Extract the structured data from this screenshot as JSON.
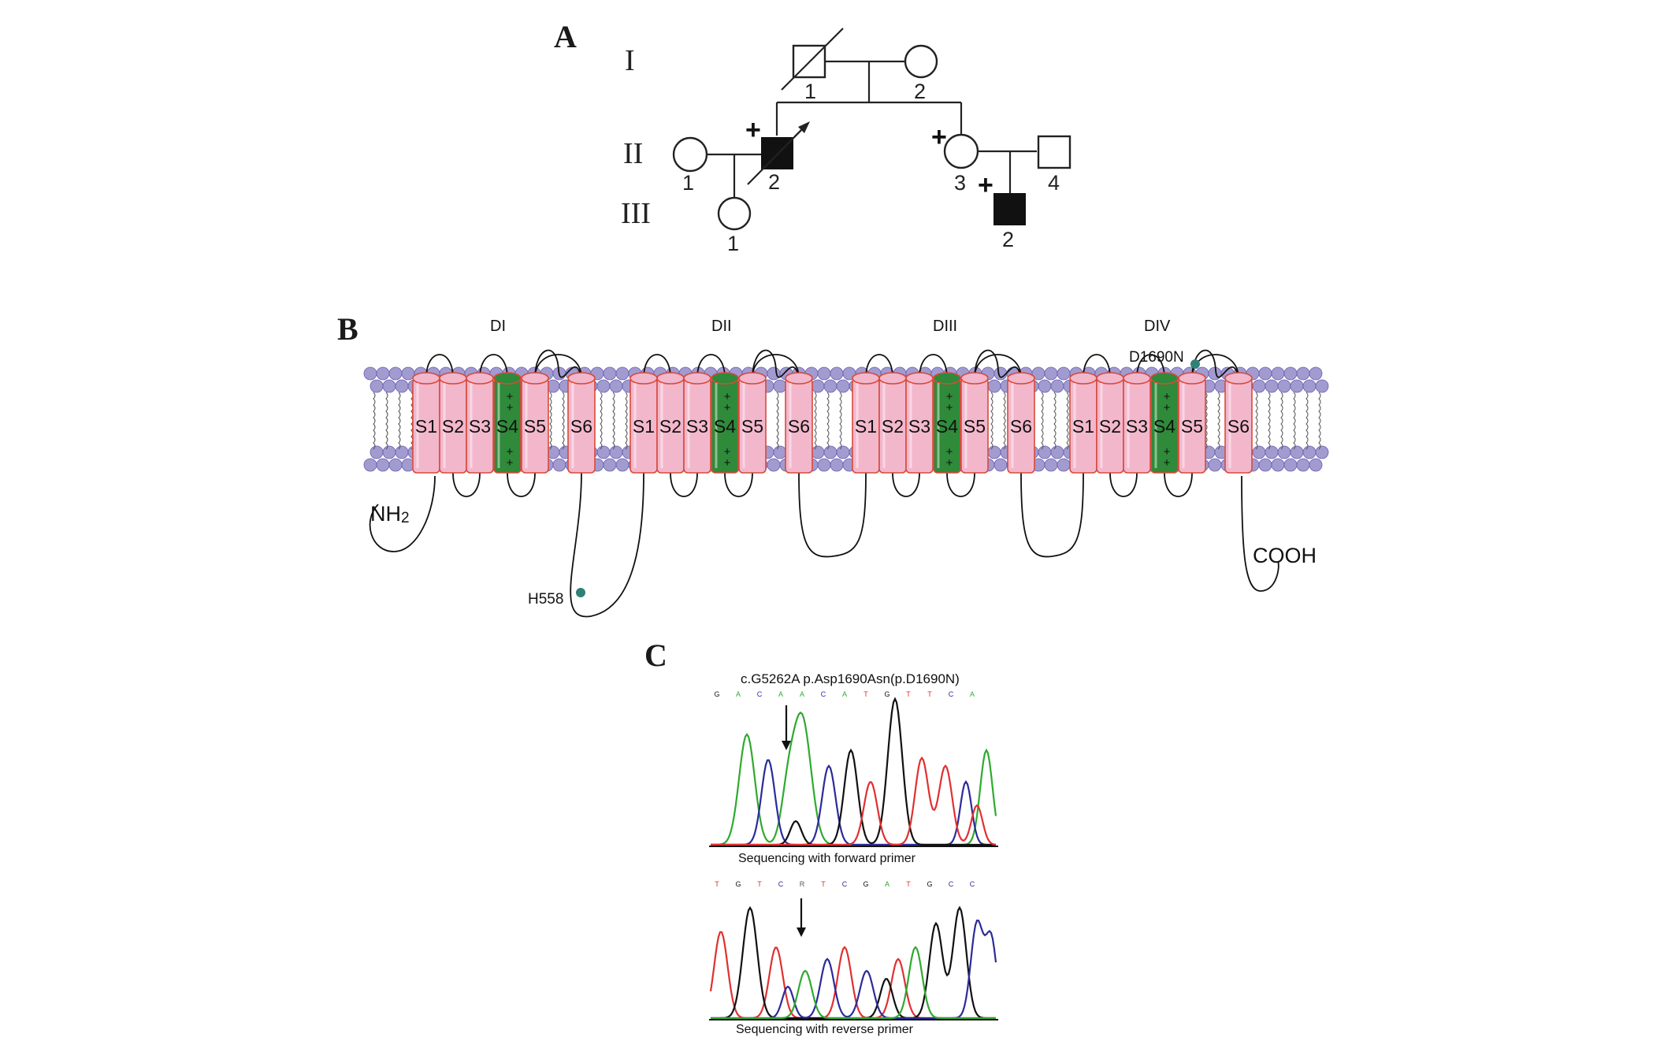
{
  "panel_a": {
    "label": "A",
    "generations": [
      "I",
      "II",
      "III"
    ],
    "individuals": {
      "I1": "1",
      "I2": "2",
      "II1": "1",
      "II2": "2",
      "II3": "3",
      "II4": "4",
      "III1": "1",
      "III2": "2"
    },
    "carrier_mark": "+"
  },
  "panel_b": {
    "label": "B",
    "domains": [
      "DI",
      "DII",
      "DIII",
      "DIV"
    ],
    "segments": [
      "S1",
      "S2",
      "S3",
      "S4",
      "S5",
      "S6"
    ],
    "n_terminus": "NH",
    "n_terminus_sub": "2",
    "c_terminus": "COOH",
    "mutations": [
      "H558",
      "D1690N"
    ],
    "colors": {
      "segment": "#f3b7cc",
      "segment_edge": "#d84a3a",
      "s4": "#2f8a3a",
      "lipid": "#a29bd0",
      "site": "#2f8178"
    }
  },
  "panel_c": {
    "label": "C",
    "mutation": "c.G5262A p.Asp1690Asn(p.D1690N)",
    "forward_bases": [
      "G",
      "A",
      "C",
      "A",
      "A",
      "C",
      "A",
      "T",
      "G",
      "T",
      "T",
      "C",
      "A"
    ],
    "reverse_bases": [
      "T",
      "G",
      "T",
      "C",
      "R",
      "T",
      "C",
      "G",
      "A",
      "T",
      "G",
      "C",
      "C"
    ],
    "forward_caption": "Sequencing with forward primer",
    "reverse_caption": "Sequencing with  reverse primer",
    "colors": {
      "A": "#2faa2f",
      "C": "#2b2b9a",
      "G": "#111111",
      "T": "#e03030"
    }
  }
}
